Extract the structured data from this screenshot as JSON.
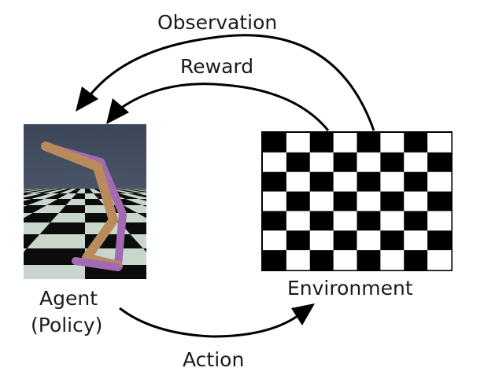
{
  "labels": {
    "observation": "Observation",
    "reward": "Reward",
    "agent_line1": "Agent",
    "agent_line2": "(Policy)",
    "environment": "Environment",
    "action": "Action"
  },
  "environment_grid": {
    "rows": 7,
    "cols": 8
  },
  "colors": {
    "line": "#000000",
    "checker_dark": "#000000",
    "checker_light": "#ffffff",
    "sky_top": "#404a5e",
    "sky_bottom": "#5b6677",
    "floor_light": "#c8d6cc",
    "floor_dark": "#0c0c0c",
    "leg_tan": "#b98b5c",
    "leg_purple": "#a36ab1"
  }
}
